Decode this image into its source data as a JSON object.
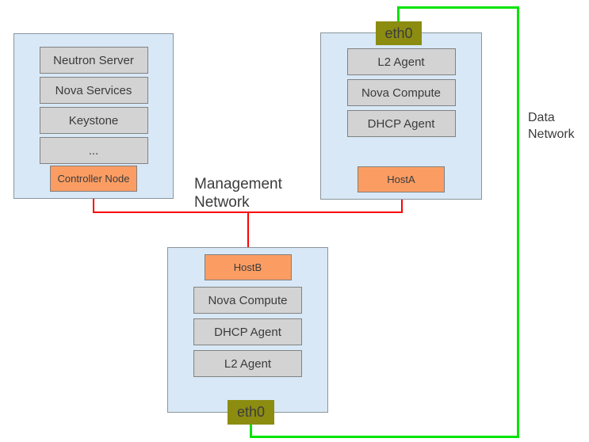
{
  "diagram": {
    "controller": {
      "services": [
        "Neutron Server",
        "Nova Services",
        "Keystone",
        "..."
      ],
      "label": "Controller Node"
    },
    "host_a": {
      "eth": "eth0",
      "services": [
        "L2 Agent",
        "Nova Compute",
        "DHCP Agent"
      ],
      "label": "HostA"
    },
    "host_b": {
      "label": "HostB",
      "services": [
        "Nova Compute",
        "DHCP Agent",
        "L2 Agent"
      ],
      "eth": "eth0"
    },
    "management_network_label": "Management Network",
    "data_network_label": "Data Network",
    "colors": {
      "node_bg": "#d8e8f6",
      "service_bg": "#d3d3d3",
      "host_badge_bg": "#fb9d63",
      "eth_tag_bg": "#8c8c10",
      "management_line": "#ff0000",
      "data_line": "#00e400"
    }
  }
}
